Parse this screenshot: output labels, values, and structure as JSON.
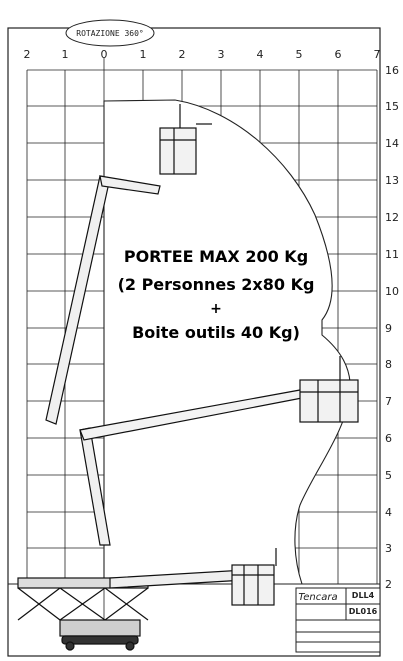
{
  "rotation_label": "ROTAZIONE 360°",
  "top_axis_labels": [
    "2",
    "1",
    "0",
    "1",
    "2",
    "3",
    "4",
    "5",
    "6",
    "7"
  ],
  "right_axis_labels": [
    "16",
    "15",
    "14",
    "13",
    "12",
    "11",
    "10",
    "9",
    "8",
    "7",
    "6",
    "5",
    "4",
    "3",
    "2"
  ],
  "caption": {
    "line1": "PORTEE MAX 200 Kg",
    "line2": "(2 Personnes 2x80 Kg",
    "line3": "+",
    "line4": "Boite outils 40 Kg)"
  },
  "footer": {
    "brand": "Tencara",
    "model_top": "DLL4",
    "model_bottom": "DL016"
  },
  "colors": {
    "ink": "#111111",
    "grid": "#222222",
    "paper": "#ffffff"
  }
}
